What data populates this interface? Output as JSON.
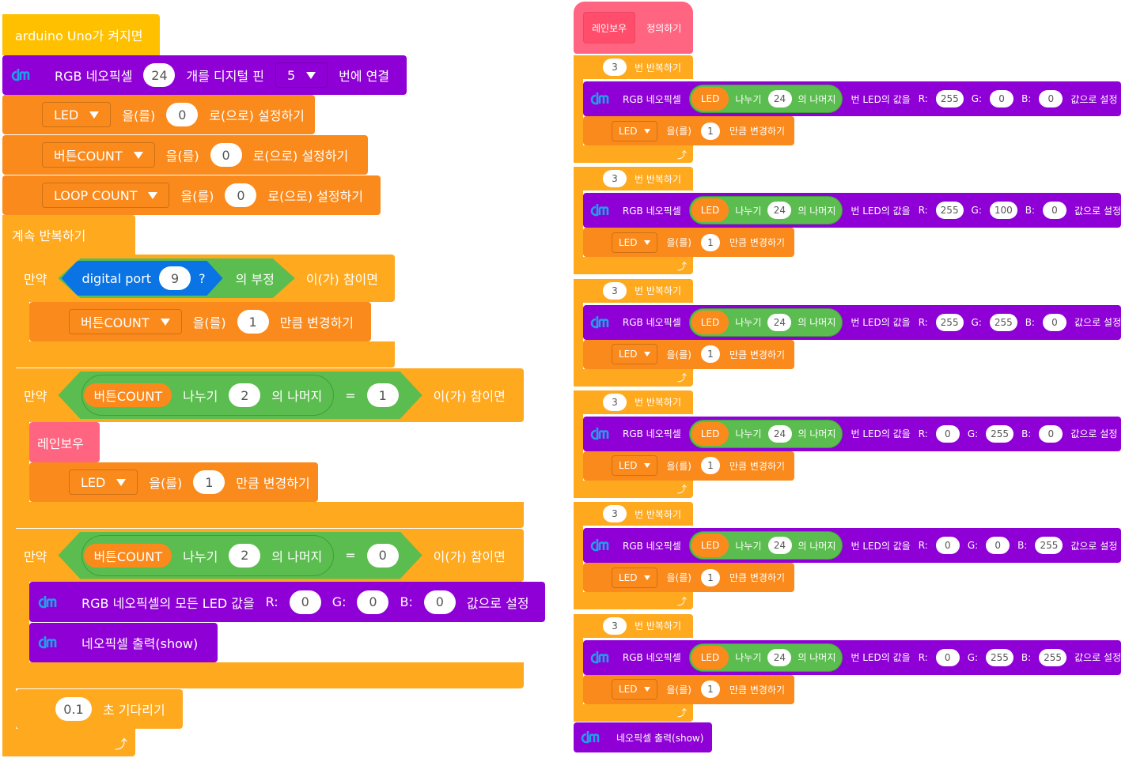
{
  "main": {
    "hat": "arduino Uno가 켜지면",
    "init": {
      "label1": "RGB 네오픽셀",
      "count": "24",
      "label2": "개를 디지털 핀",
      "pin": "5",
      "label3": "번에 연결"
    },
    "set_blocks": [
      {
        "var": "LED",
        "label1": "을(를)",
        "value": "0",
        "label2": "로(으로) 설정하기"
      },
      {
        "var": "버튼COUNT",
        "label1": "을(를)",
        "value": "0",
        "label2": "로(으로) 설정하기"
      },
      {
        "var": "LOOP COUNT",
        "label1": "을(를)",
        "value": "0",
        "label2": "로(으로) 설정하기"
      }
    ],
    "forever": "계속 반복하기",
    "if1": {
      "if": "만약",
      "sensor": "digital port",
      "port": "9",
      "q": "?",
      "not": "의 부정",
      "then": "이(가) 참이면",
      "change": {
        "var": "버튼COUNT",
        "label1": "을(를)",
        "value": "1",
        "label2": "만큼 변경하기"
      }
    },
    "if2": {
      "if": "만약",
      "var": "버튼COUNT",
      "div": "나누기",
      "divisor": "2",
      "mod": "의 나머지",
      "eq": "=",
      "rhs": "1",
      "then": "이(가) 참이면",
      "call": "레인보우",
      "change": {
        "var": "LED",
        "label1": "을(를)",
        "value": "1",
        "label2": "만큼 변경하기"
      }
    },
    "if3": {
      "if": "만약",
      "var": "버튼COUNT",
      "div": "나누기",
      "divisor": "2",
      "mod": "의 나머지",
      "eq": "=",
      "rhs": "0",
      "then": "이(가) 참이면",
      "set_all": {
        "label": "RGB 네오픽셀의 모든 LED 값을",
        "r_label": "R:",
        "r": "0",
        "g_label": "G:",
        "g": "0",
        "b_label": "B:",
        "b": "0",
        "end": "값으로 설정"
      },
      "show": "네오픽셀 출력(show)"
    },
    "wait": {
      "value": "0.1",
      "label": "초 기다리기"
    }
  },
  "rainbow": {
    "name": "레인보우",
    "define": "정의하기",
    "labels": {
      "repeat": "번 반복하기",
      "neo": "RGB 네오픽셀",
      "var": "LED",
      "div": "나누기",
      "divisor": "24",
      "mod": "의 나머지",
      "led": "번 LED의 값을",
      "r": "R:",
      "g": "G:",
      "b": "B:",
      "end": "값으로 설정",
      "change_var": "LED",
      "change1": "을(를)",
      "change_value": "1",
      "change2": "만큼 변경하기"
    },
    "loops": [
      {
        "times": "3",
        "r": "255",
        "g": "0",
        "b": "0"
      },
      {
        "times": "3",
        "r": "255",
        "g": "100",
        "b": "0"
      },
      {
        "times": "3",
        "r": "255",
        "g": "255",
        "b": "0"
      },
      {
        "times": "3",
        "r": "0",
        "g": "255",
        "b": "0"
      },
      {
        "times": "3",
        "r": "0",
        "g": "0",
        "b": "255"
      },
      {
        "times": "3",
        "r": "0",
        "g": "255",
        "b": "255"
      }
    ],
    "show": "네오픽셀 출력(show)"
  },
  "colors": {
    "event": "#ffc000",
    "variable": "#fb8a1c",
    "flow": "#ffa91e",
    "hardware": "#8f00d6",
    "judgement": "#5bbd4f",
    "sensor": "#0b74e5",
    "function": "#ff6580"
  }
}
